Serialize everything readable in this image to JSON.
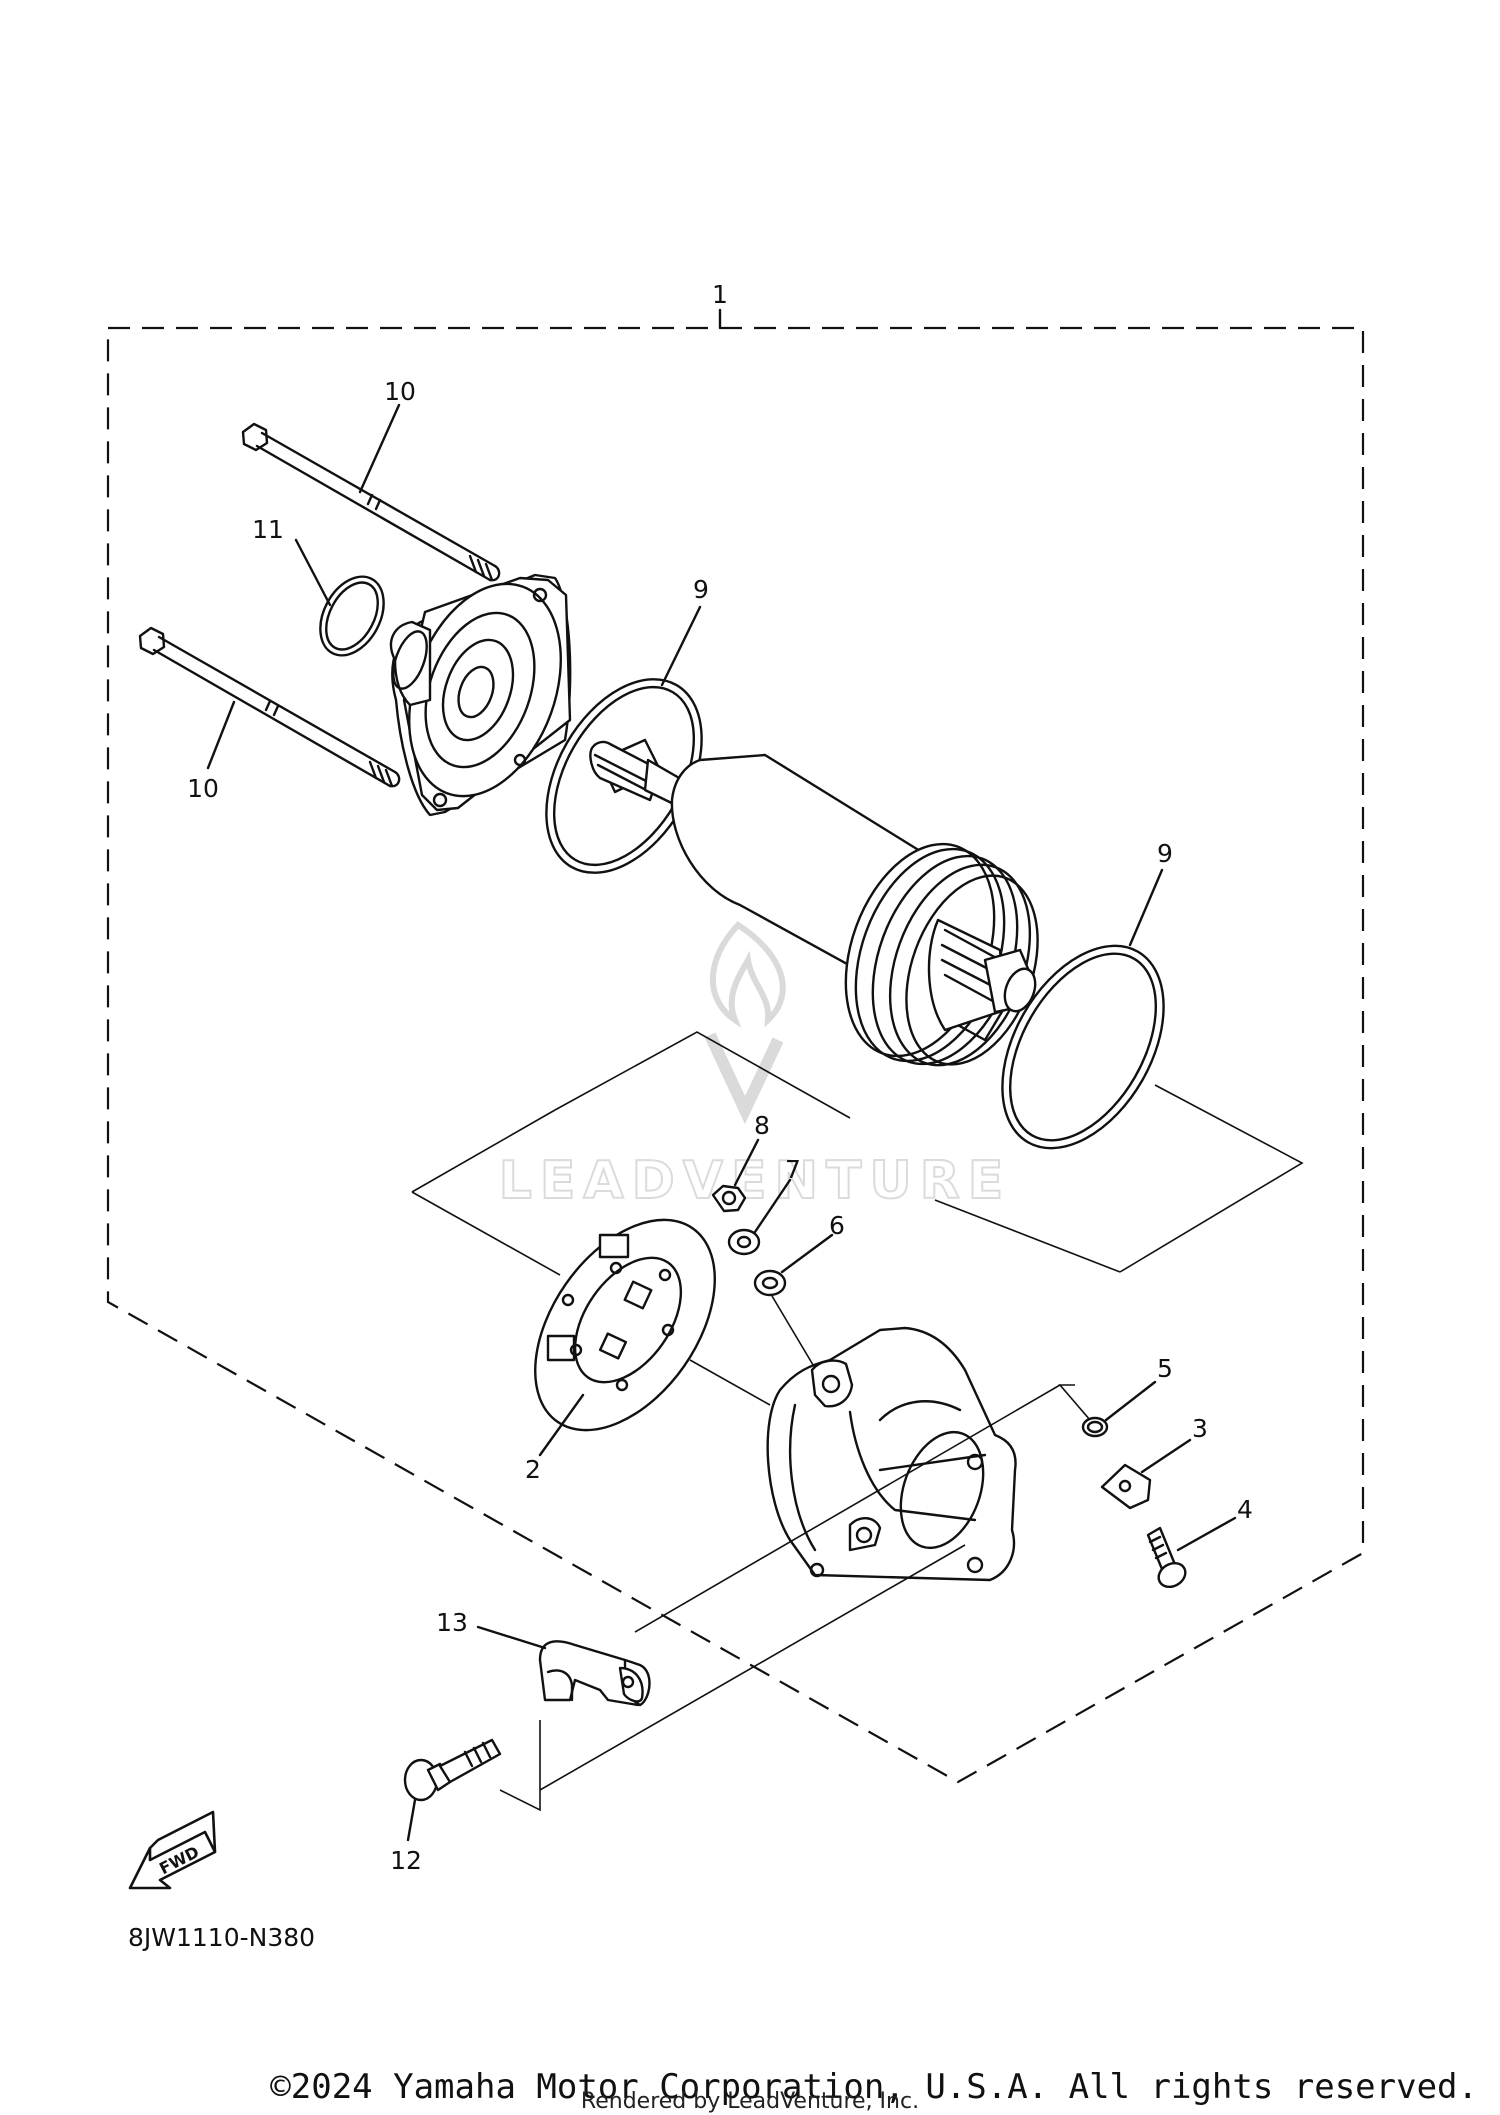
{
  "diagram": {
    "group_label": "1",
    "callouts": {
      "c1": "1",
      "c2": "2",
      "c3": "3",
      "c4": "4",
      "c5": "5",
      "c6": "6",
      "c7": "7",
      "c8": "8",
      "c9a": "9",
      "c9b": "9",
      "c10a": "10",
      "c10b": "10",
      "c11": "11",
      "c12": "12",
      "c13": "13"
    },
    "fwd_label": "FWD",
    "diagram_code": "8JW1110-N380"
  },
  "watermark": {
    "text": "LEADVENTURE"
  },
  "footer": {
    "copyright": "©2024 Yamaha Motor Corporation, U.S.A. All rights reserved.",
    "rendered_by": "Rendered by LeadVenture, Inc."
  }
}
